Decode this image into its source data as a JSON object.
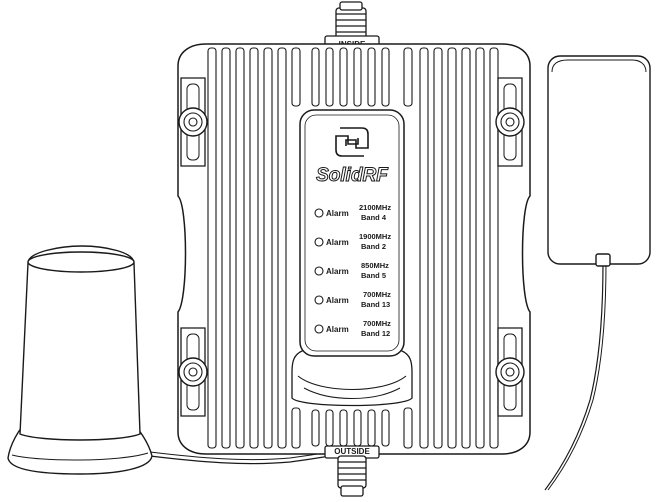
{
  "labels": {
    "inside_port": "INSIDE",
    "outside_port": "OUTSIDE",
    "brand": "SolidRF"
  },
  "panel": {
    "alarms": [
      {
        "status": "Alarm",
        "freq": "2100MHz",
        "band": "Band 4"
      },
      {
        "status": "Alarm",
        "freq": "1900MHz",
        "band": "Band 2"
      },
      {
        "status": "Alarm",
        "freq": "850MHz",
        "band": "Band 5"
      },
      {
        "status": "Alarm",
        "freq": "700MHz",
        "band": "Band 13"
      },
      {
        "status": "Alarm",
        "freq": "700MHz",
        "band": "Band 12"
      }
    ]
  },
  "colors": {
    "line": "#1a1a1a",
    "fill": "#ffffff"
  }
}
